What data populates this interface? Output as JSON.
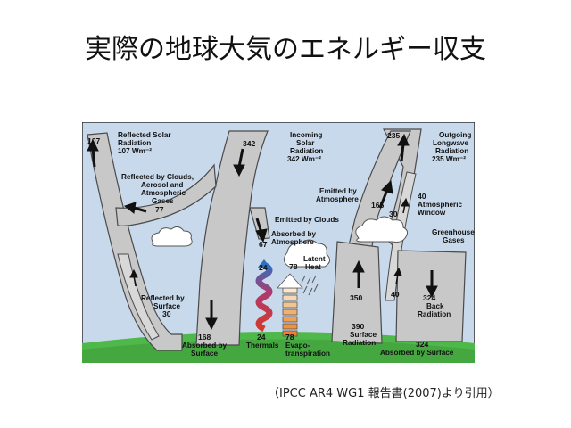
{
  "slide": {
    "title": "実際の地球大気のエネルギー収支",
    "caption": "（IPCC AR4 WG1 報告書(2007)より引用）"
  },
  "diagram": {
    "colors": {
      "sky": "#c9d9ec",
      "arrow_fill": "#c8c8c8",
      "arrow_stroke": "#4a4a4a",
      "ground": "#4fb84a",
      "thermal_red": "#d23a2a",
      "thermal_blue": "#2f6fc0",
      "latent": "#f0a060"
    },
    "labels": {
      "reflected_solar": [
        "Reflected Solar",
        "Radiation",
        "107 Wm⁻²"
      ],
      "incoming_solar": [
        "Incoming",
        "Solar",
        "Radiation",
        "342 Wm⁻²"
      ],
      "outgoing_longwave": [
        "Outgoing",
        "Longwave",
        "Radiation",
        "235 Wm⁻²"
      ],
      "reflected_clouds": [
        "Reflected by Clouds,",
        "Aerosol and",
        "Atmospheric",
        "Gases"
      ],
      "emitted_atmosphere": [
        "Emitted by",
        "Atmosphere"
      ],
      "atmospheric_window": [
        "Atmospheric",
        "Window"
      ],
      "absorbed_atmosphere": [
        "Absorbed by",
        "Atmosphere"
      ],
      "emitted_clouds": "Emitted by Clouds",
      "greenhouse": [
        "Greenhouse",
        "Gases"
      ],
      "latent_heat": [
        "Latent",
        "Heat"
      ],
      "reflected_surface": [
        "Reflected by",
        "Surface"
      ],
      "back_radiation": [
        "Back",
        "Radiation"
      ],
      "absorbed_surface": [
        "Absorbed by",
        "Surface"
      ],
      "thermals": "Thermals",
      "evapo": [
        "Evapo-",
        "transpiration"
      ],
      "surface_radiation": [
        "Surface",
        "Radiation"
      ],
      "absorbed_by_surface_right": "Absorbed by Surface"
    },
    "numbers": {
      "reflected_top": "107",
      "incoming_top": "342",
      "outgoing_top": "235",
      "clouds_reflect": "77",
      "emitted_atm": "165",
      "window_top": "40",
      "window_mid": "30",
      "absorbed_atm": "67",
      "latent_in": "78",
      "thermal_top": "24",
      "thermal_bottom": "24",
      "evapo_bottom": "78",
      "surface_reflect": "30",
      "absorbed_surface_bottom": "168",
      "surface_rad_mid": "350",
      "surface_rad_bottom": "390",
      "window_bottom": "40",
      "back_rad": "324",
      "absorbed_right": "324"
    }
  }
}
